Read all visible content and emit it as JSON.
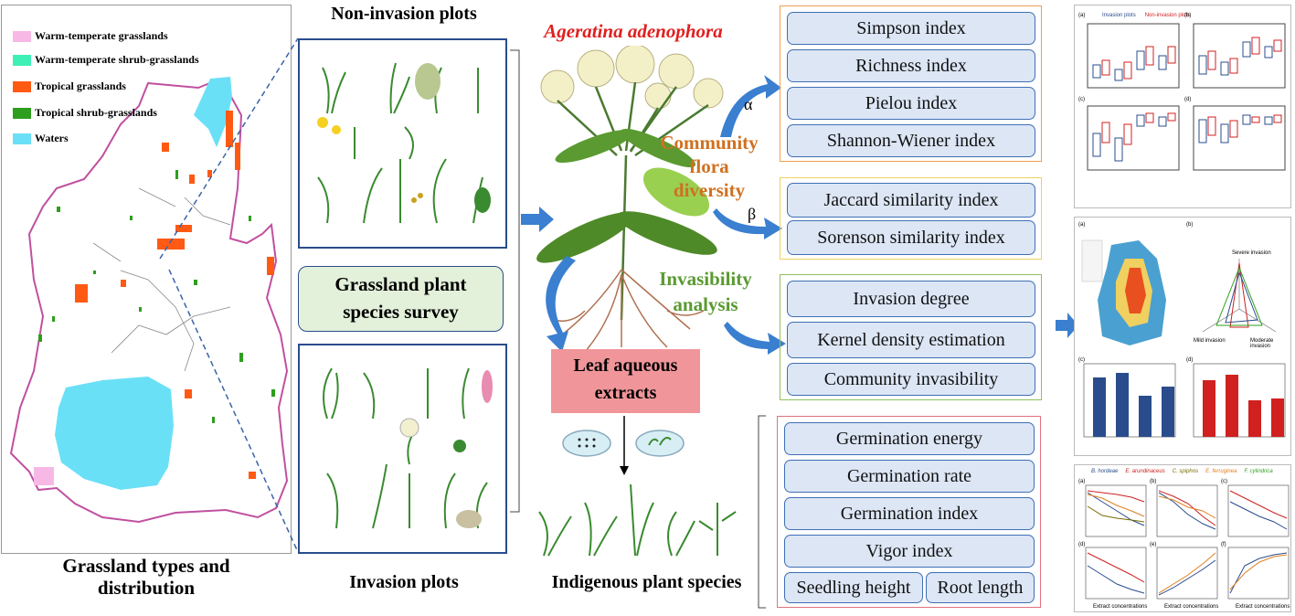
{
  "legend": [
    {
      "label": "Warm-temperate grasslands",
      "color": "#f7b8e6"
    },
    {
      "label": "Warm-temperate shrub-grasslands",
      "color": "#3ff0b6"
    },
    {
      "label": "Tropical grasslands",
      "color": "#ff5a14"
    },
    {
      "label": "Tropical shrub-grasslands",
      "color": "#2e9e1e"
    },
    {
      "label": "Waters",
      "color": "#6ae0f7"
    }
  ],
  "labels": {
    "map_caption_1": "Grassland types and",
    "map_caption_2": "distribution",
    "non_invasion": "Non-invasion plots",
    "invasion": "Invasion plots",
    "survey_1": "Grassland plant",
    "survey_2": "species survey",
    "species": "Ageratina adenophora",
    "flora_1": "Community",
    "flora_2": "flora",
    "flora_3": "diversity",
    "invas_1": "Invasibility",
    "invas_2": "analysis",
    "leaf_1": "Leaf aqueous",
    "leaf_2": "extracts",
    "indigenous": "Indigenous plant species",
    "alpha": "α",
    "beta": "β"
  },
  "alpha_indices": [
    "Simpson index",
    "Richness index",
    "Pielou index",
    "Shannon-Wiener index"
  ],
  "beta_indices": [
    "Jaccard similarity index",
    "Sorenson similarity index"
  ],
  "invasibility_indices": [
    "Invasion degree",
    "Kernel density estimation",
    "Community invasibility"
  ],
  "germination_indices": [
    "Germination energy",
    "Germination rate",
    "Germination index",
    "Vigor index",
    "Seedling height",
    "Root length"
  ],
  "colors": {
    "box_fill": "#dce6f5",
    "box_border": "#3f6fb5",
    "orange": "#f0a050",
    "yellow": "#f0d060",
    "green": "#90c060",
    "red": "#e07080",
    "leaf_box": "#f0969a",
    "flora_text": "#d07020",
    "invas_text": "#5a9a30",
    "species_text": "#e02020"
  },
  "mini_a": {
    "legend": [
      "Invasion plots",
      "Non-invasion plots"
    ],
    "panels": [
      "(a)",
      "(b)",
      "(c)",
      "(d)"
    ]
  },
  "mini_b": {
    "panels": [
      "(a)",
      "(b)",
      "(c)",
      "(d)"
    ],
    "radar": [
      "Severe invasion",
      "Mild invasion",
      "Moderate invasion"
    ]
  },
  "mini_c": {
    "legend": [
      "B. hordeae",
      "E. arundinaceus",
      "C. spiphos",
      "E. ferruginea",
      "F. cylindrica"
    ],
    "xlabel": "Extract concentrations",
    "panels": [
      "(a)",
      "(b)",
      "(c)",
      "(d)",
      "(e)",
      "(f)"
    ]
  }
}
